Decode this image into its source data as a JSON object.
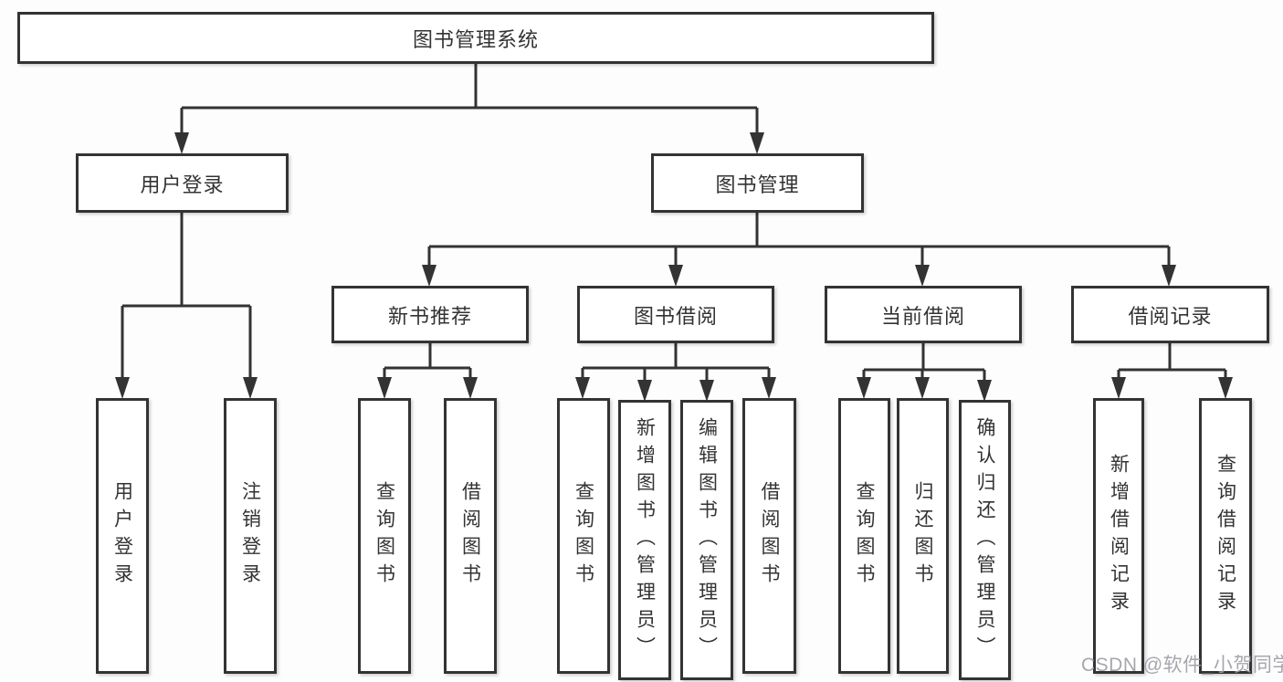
{
  "tree": {
    "label": "图书管理系统",
    "children": [
      {
        "label": "用户登录",
        "children": [
          {
            "label": "用户登录"
          },
          {
            "label": "注销登录"
          }
        ]
      },
      {
        "label": "图书管理",
        "children": [
          {
            "label": "新书推荐",
            "children": [
              {
                "label": "查询图书"
              },
              {
                "label": "借阅图书"
              }
            ]
          },
          {
            "label": "图书借阅",
            "children": [
              {
                "label": "查询图书"
              },
              {
                "label": "新增图书（管理员）"
              },
              {
                "label": "编辑图书（管理员）"
              },
              {
                "label": "借阅图书"
              }
            ]
          },
          {
            "label": "当前借阅",
            "children": [
              {
                "label": "查询图书"
              },
              {
                "label": "归还图书"
              },
              {
                "label": "确认归还（管理员）"
              }
            ]
          },
          {
            "label": "借阅记录",
            "children": [
              {
                "label": "新增借阅记录"
              },
              {
                "label": "查询借阅记录"
              }
            ]
          }
        ]
      }
    ]
  },
  "watermark": {
    "text": "CSDN @软件_小贺同学"
  },
  "colors": {
    "line": "#333333",
    "text": "#333333",
    "box_fill": "#ffffff",
    "background": "#fdfdfd",
    "watermark": "#9fa0a8"
  }
}
